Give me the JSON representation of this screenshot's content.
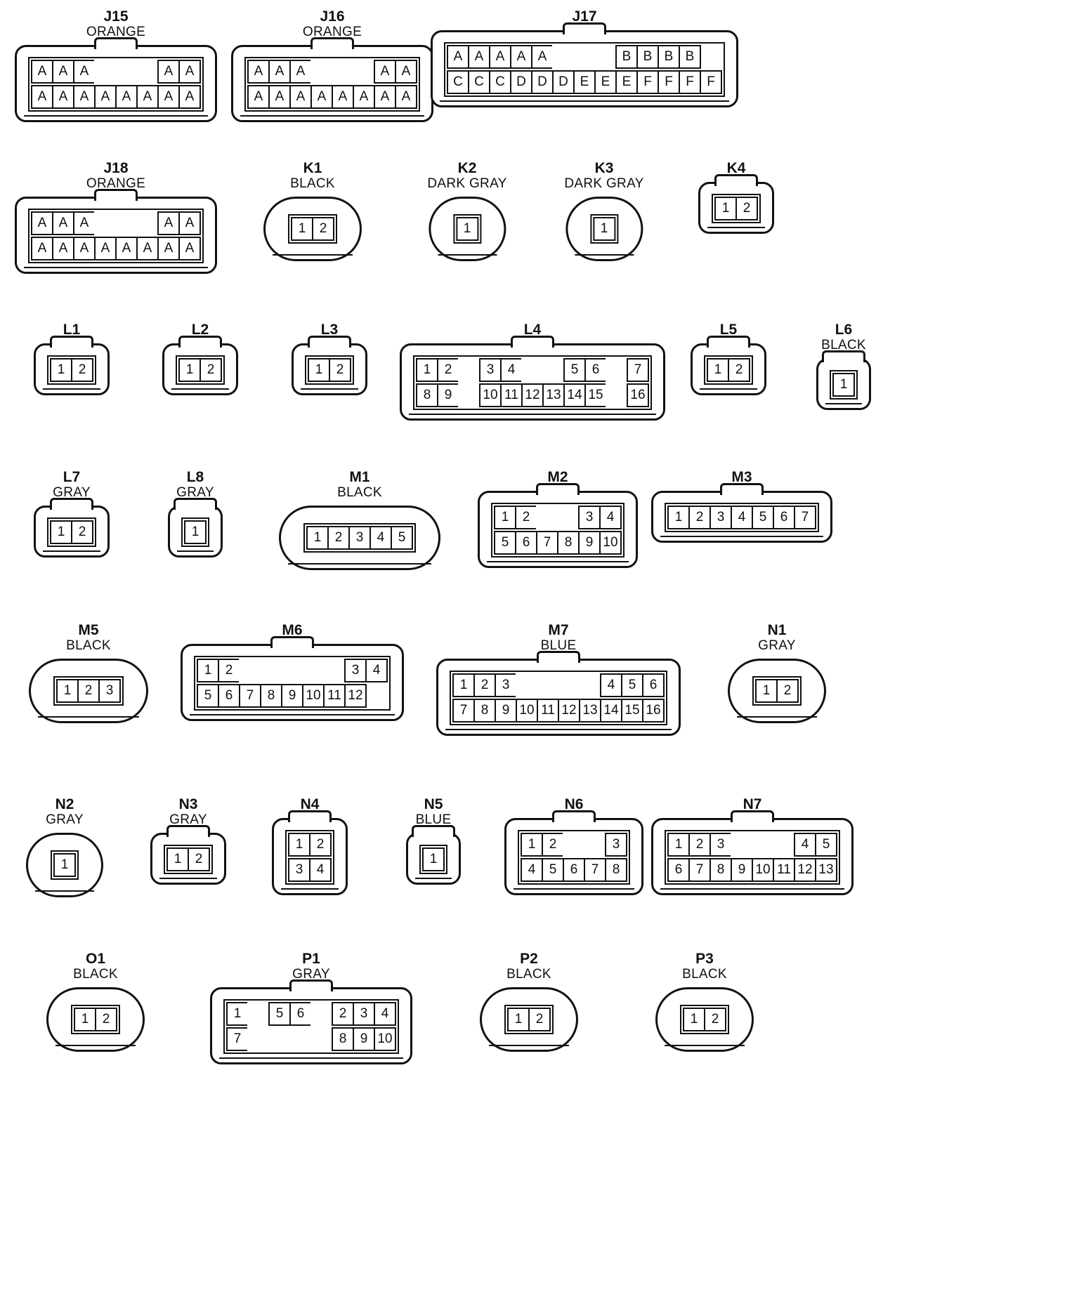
{
  "connectors": [
    {
      "code": "J15",
      "color": "ORANGE",
      "rows": [
        [
          "A",
          "A",
          "A",
          "",
          "",
          "",
          "A",
          "A"
        ],
        [
          "A",
          "A",
          "A",
          "A",
          "A",
          "A",
          "A",
          "A"
        ]
      ]
    },
    {
      "code": "J16",
      "color": "ORANGE",
      "rows": [
        [
          "A",
          "A",
          "A",
          "",
          "",
          "",
          "A",
          "A"
        ],
        [
          "A",
          "A",
          "A",
          "A",
          "A",
          "A",
          "A",
          "A"
        ]
      ]
    },
    {
      "code": "J17",
      "color": "",
      "rows": [
        [
          "A",
          "A",
          "A",
          "A",
          "A",
          "",
          "",
          "",
          "B",
          "B",
          "B",
          "B"
        ],
        [
          "C",
          "C",
          "C",
          "D",
          "D",
          "D",
          "E",
          "E",
          "E",
          "F",
          "F",
          "F",
          "F"
        ]
      ]
    },
    {
      "code": "J18",
      "color": "ORANGE",
      "rows": [
        [
          "A",
          "A",
          "A",
          "",
          "",
          "",
          "A",
          "A"
        ],
        [
          "A",
          "A",
          "A",
          "A",
          "A",
          "A",
          "A",
          "A"
        ]
      ]
    },
    {
      "code": "K1",
      "color": "BLACK",
      "rows": [
        [
          "1",
          "2"
        ]
      ]
    },
    {
      "code": "K2",
      "color": "DARK GRAY",
      "rows": [
        [
          "1"
        ]
      ]
    },
    {
      "code": "K3",
      "color": "DARK GRAY",
      "rows": [
        [
          "1"
        ]
      ]
    },
    {
      "code": "K4",
      "color": "",
      "rows": [
        [
          "1",
          "2"
        ]
      ]
    },
    {
      "code": "L1",
      "color": "",
      "rows": [
        [
          "1",
          "2"
        ]
      ]
    },
    {
      "code": "L2",
      "color": "",
      "rows": [
        [
          "1",
          "2"
        ]
      ]
    },
    {
      "code": "L3",
      "color": "",
      "rows": [
        [
          "1",
          "2"
        ]
      ]
    },
    {
      "code": "L4",
      "color": "",
      "rows": [
        [
          "1",
          "2",
          "",
          "3",
          "4",
          "",
          "",
          "5",
          "6",
          "",
          "7"
        ],
        [
          "8",
          "9",
          "",
          "10",
          "11",
          "12",
          "13",
          "14",
          "15",
          "",
          "16"
        ]
      ]
    },
    {
      "code": "L5",
      "color": "",
      "rows": [
        [
          "1",
          "2"
        ]
      ]
    },
    {
      "code": "L6",
      "color": "BLACK",
      "rows": [
        [
          "1"
        ]
      ]
    },
    {
      "code": "L7",
      "color": "GRAY",
      "rows": [
        [
          "1",
          "2"
        ]
      ]
    },
    {
      "code": "L8",
      "color": "GRAY",
      "rows": [
        [
          "1"
        ]
      ]
    },
    {
      "code": "M1",
      "color": "BLACK",
      "rows": [
        [
          "1",
          "2",
          "3",
          "4",
          "5"
        ]
      ]
    },
    {
      "code": "M2",
      "color": "",
      "rows": [
        [
          "1",
          "2",
          "",
          "",
          "3",
          "4"
        ],
        [
          "5",
          "6",
          "7",
          "8",
          "9",
          "10"
        ]
      ]
    },
    {
      "code": "M3",
      "color": "",
      "rows": [
        [
          "1",
          "2",
          "3",
          "4",
          "5",
          "6",
          "7"
        ]
      ]
    },
    {
      "code": "M5",
      "color": "BLACK",
      "rows": [
        [
          "1",
          "2",
          "3"
        ]
      ]
    },
    {
      "code": "M6",
      "color": "",
      "rows": [
        [
          "1",
          "2",
          "",
          "",
          "",
          "",
          "",
          "3",
          "4"
        ],
        [
          "5",
          "6",
          "7",
          "8",
          "9",
          "10",
          "11",
          "12"
        ]
      ]
    },
    {
      "code": "M7",
      "color": "BLUE",
      "rows": [
        [
          "1",
          "2",
          "3",
          "",
          "",
          "",
          "",
          "4",
          "5",
          "6"
        ],
        [
          "7",
          "8",
          "9",
          "10",
          "11",
          "12",
          "13",
          "14",
          "15",
          "16"
        ]
      ]
    },
    {
      "code": "N1",
      "color": "GRAY",
      "rows": [
        [
          "1",
          "2"
        ]
      ]
    },
    {
      "code": "N2",
      "color": "GRAY",
      "rows": [
        [
          "1"
        ]
      ]
    },
    {
      "code": "N3",
      "color": "GRAY",
      "rows": [
        [
          "1",
          "2"
        ]
      ]
    },
    {
      "code": "N4",
      "color": "",
      "rows": [
        [
          "1",
          "2"
        ],
        [
          "3",
          "4"
        ]
      ]
    },
    {
      "code": "N5",
      "color": "BLUE",
      "rows": [
        [
          "1"
        ]
      ]
    },
    {
      "code": "N6",
      "color": "",
      "rows": [
        [
          "1",
          "2",
          "",
          "",
          "3"
        ],
        [
          "4",
          "5",
          "6",
          "7",
          "8"
        ]
      ]
    },
    {
      "code": "N7",
      "color": "",
      "rows": [
        [
          "1",
          "2",
          "3",
          "",
          "",
          "",
          "4",
          "5"
        ],
        [
          "6",
          "7",
          "8",
          "9",
          "10",
          "11",
          "12",
          "13"
        ]
      ]
    },
    {
      "code": "O1",
      "color": "BLACK",
      "rows": [
        [
          "1",
          "2"
        ]
      ]
    },
    {
      "code": "P1",
      "color": "GRAY",
      "rows": [
        [
          "1",
          "",
          "5",
          "6",
          "",
          "2",
          "3",
          "4"
        ],
        [
          "7",
          "",
          "",
          "",
          "",
          "8",
          "9",
          "10"
        ]
      ]
    },
    {
      "code": "P2",
      "color": "BLACK",
      "rows": [
        [
          "1",
          "2"
        ]
      ]
    },
    {
      "code": "P3",
      "color": "BLACK",
      "rows": [
        [
          "1",
          "2"
        ]
      ]
    }
  ]
}
